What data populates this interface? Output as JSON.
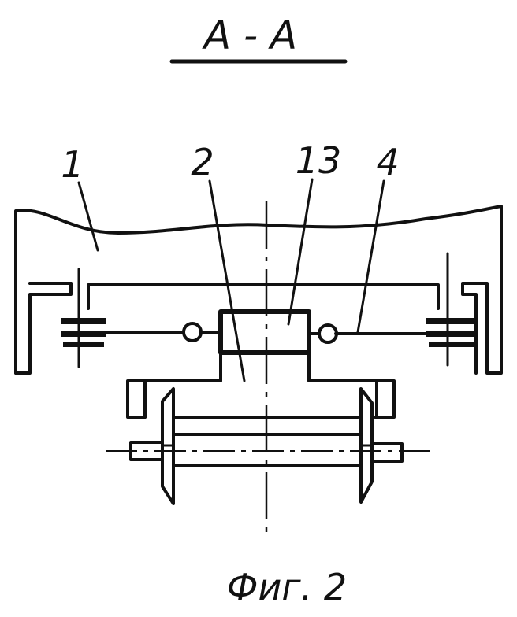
{
  "section_title": "A - A",
  "labels": {
    "part_1": "1",
    "part_2": "2",
    "part_13": "13",
    "part_4": "4"
  },
  "caption": "Фиг. 2"
}
